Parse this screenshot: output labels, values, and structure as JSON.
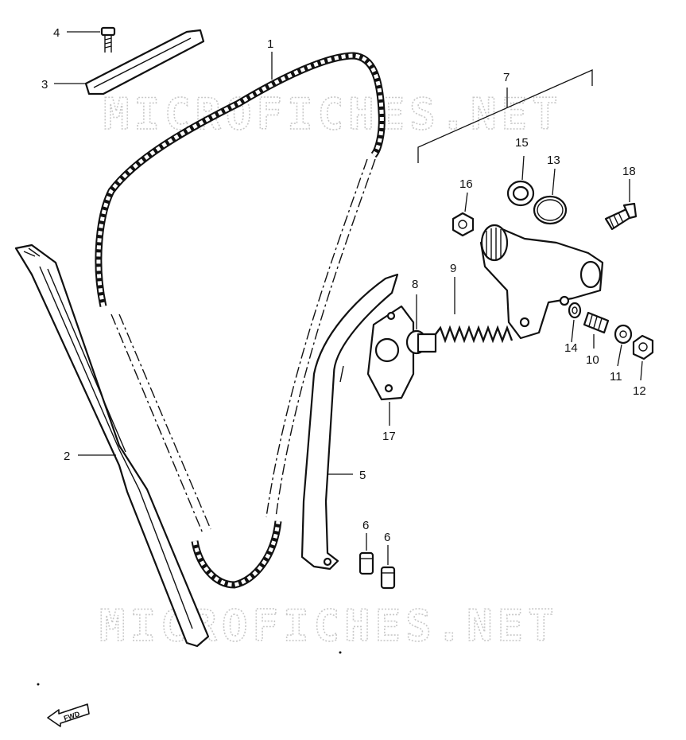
{
  "watermark": {
    "text": "MICROFICHES.NET"
  },
  "direction_badge": {
    "label": "FWD"
  },
  "callouts": [
    {
      "id": "1",
      "label": "1"
    },
    {
      "id": "2",
      "label": "2"
    },
    {
      "id": "3",
      "label": "3"
    },
    {
      "id": "4",
      "label": "4"
    },
    {
      "id": "5",
      "label": "5"
    },
    {
      "id": "6a",
      "label": "6"
    },
    {
      "id": "6b",
      "label": "6"
    },
    {
      "id": "7",
      "label": "7"
    },
    {
      "id": "8",
      "label": "8"
    },
    {
      "id": "9",
      "label": "9"
    },
    {
      "id": "10",
      "label": "10"
    },
    {
      "id": "11",
      "label": "11"
    },
    {
      "id": "12",
      "label": "12"
    },
    {
      "id": "13",
      "label": "13"
    },
    {
      "id": "14",
      "label": "14"
    },
    {
      "id": "15",
      "label": "15"
    },
    {
      "id": "16",
      "label": "16"
    },
    {
      "id": "17",
      "label": "17"
    },
    {
      "id": "18",
      "label": "18"
    }
  ]
}
